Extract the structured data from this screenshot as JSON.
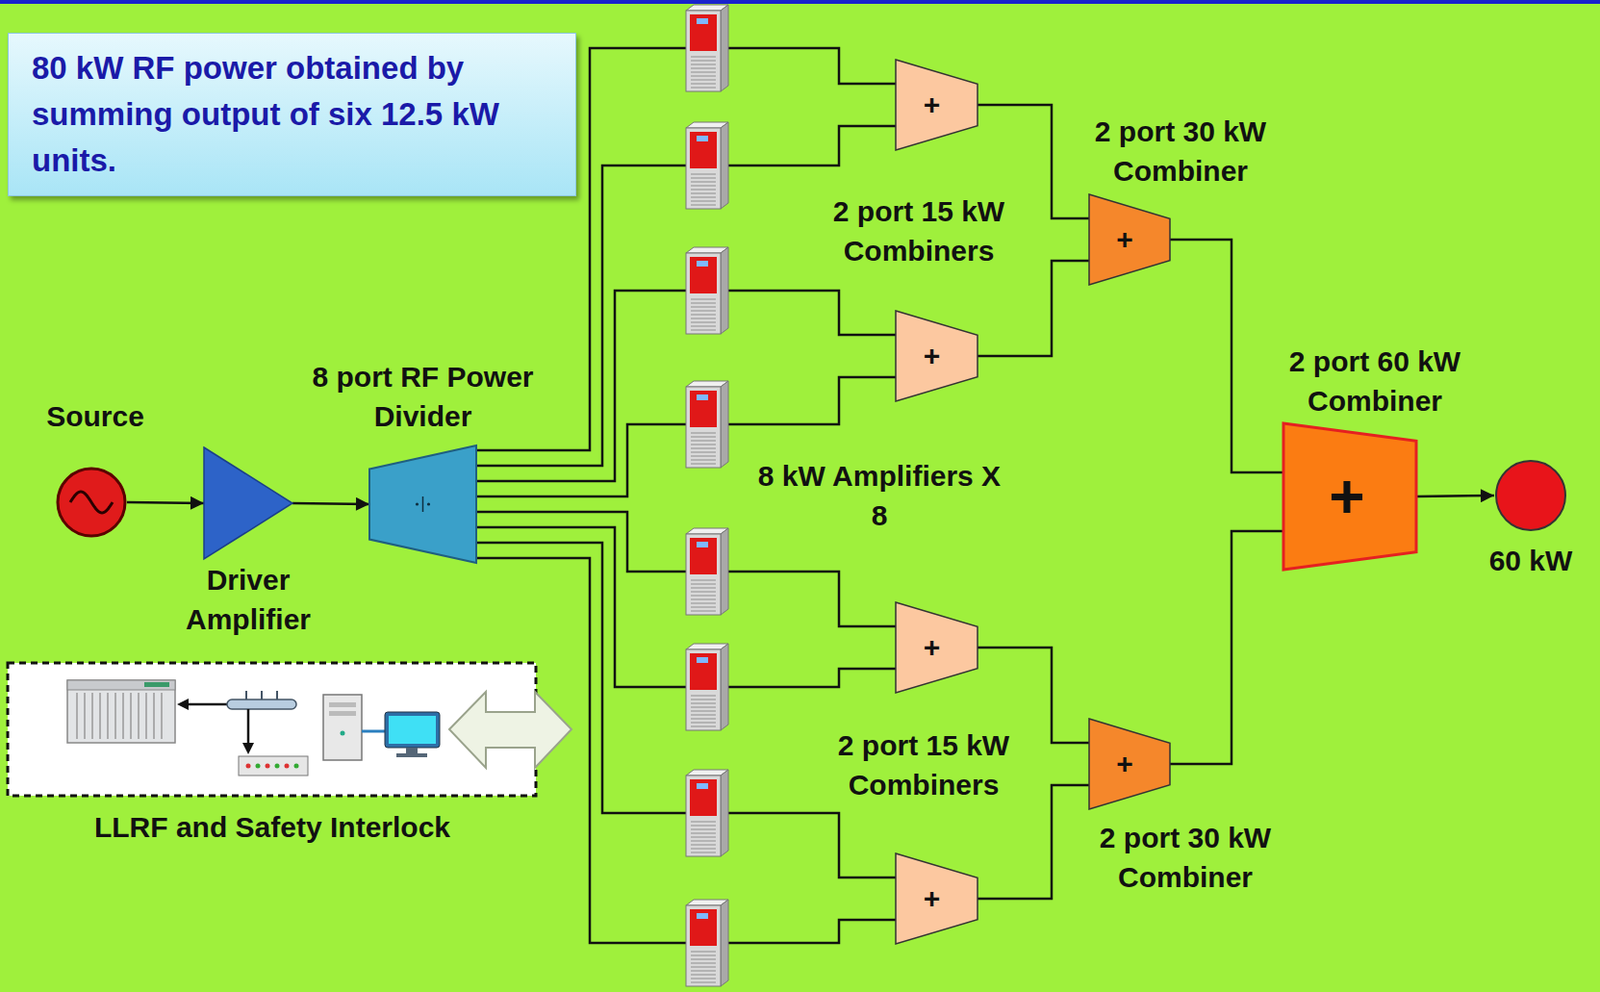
{
  "diagram": {
    "nodes": [
      {
        "text": [
          "80 kW RF power obtained by summing output of six 12.5 kW units."
        ]
      },
      {
        "text": [
          "Source"
        ]
      },
      {
        "text": [
          "Driver Amplifier"
        ]
      },
      {
        "text": [
          "8 port RF Power Divider"
        ]
      },
      {
        "text": []
      },
      {
        "text": []
      },
      {
        "text": []
      },
      {
        "text": []
      },
      {
        "text": []
      },
      {
        "text": []
      },
      {
        "text": []
      },
      {
        "text": []
      },
      {
        "text": [
          "+"
        ]
      },
      {
        "text": [
          "+"
        ]
      },
      {
        "text": [
          "+"
        ]
      },
      {
        "text": [
          "+"
        ]
      },
      {
        "text": [
          "+",
          "2 port 30 kW Combiner"
        ]
      },
      {
        "text": [
          "+",
          "2 port 30 kW Combiner"
        ]
      },
      {
        "text": [
          "+",
          "2 port 60 kW Combiner"
        ]
      },
      {
        "text": [
          "60 kW"
        ]
      }
    ],
    "edges": [
      {
        "from": 1,
        "to": 2,
        "arrow": "to"
      },
      {
        "from": 2,
        "to": 3,
        "arrow": "to"
      },
      {
        "from": 3,
        "to": 4,
        "arrow": "none"
      },
      {
        "from": 3,
        "to": 5,
        "arrow": "none"
      },
      {
        "from": 3,
        "to": 6,
        "arrow": "none"
      },
      {
        "from": 3,
        "to": 7,
        "arrow": "none"
      },
      {
        "from": 3,
        "to": 8,
        "arrow": "none"
      },
      {
        "from": 3,
        "to": 9,
        "arrow": "none"
      },
      {
        "from": 3,
        "to": 10,
        "arrow": "none"
      },
      {
        "from": 3,
        "to": 11,
        "arrow": "none"
      },
      {
        "from": 4,
        "to": 12,
        "arrow": "none"
      },
      {
        "from": 5,
        "to": 12,
        "arrow": "none"
      },
      {
        "from": 6,
        "to": 13,
        "arrow": "none"
      },
      {
        "from": 7,
        "to": 13,
        "arrow": "none"
      },
      {
        "from": 8,
        "to": 14,
        "arrow": "none"
      },
      {
        "from": 9,
        "to": 14,
        "arrow": "none"
      },
      {
        "from": 10,
        "to": 15,
        "arrow": "none"
      },
      {
        "from": 11,
        "to": 15,
        "arrow": "none"
      },
      {
        "from": 12,
        "to": 16,
        "arrow": "none"
      },
      {
        "from": 13,
        "to": 16,
        "arrow": "none"
      },
      {
        "from": 14,
        "to": 17,
        "arrow": "none"
      },
      {
        "from": 15,
        "to": 17,
        "arrow": "none"
      },
      {
        "from": 16,
        "to": 18,
        "arrow": "none"
      },
      {
        "from": 17,
        "to": 18,
        "arrow": "none"
      },
      {
        "from": 18,
        "to": 19,
        "arrow": "to"
      }
    ],
    "labels": [
      "2 port 15 kW Combiners",
      "8 kW Amplifiers X 8",
      "2 port 15 kW Combiners",
      "LLRF and Safety Interlock"
    ]
  }
}
